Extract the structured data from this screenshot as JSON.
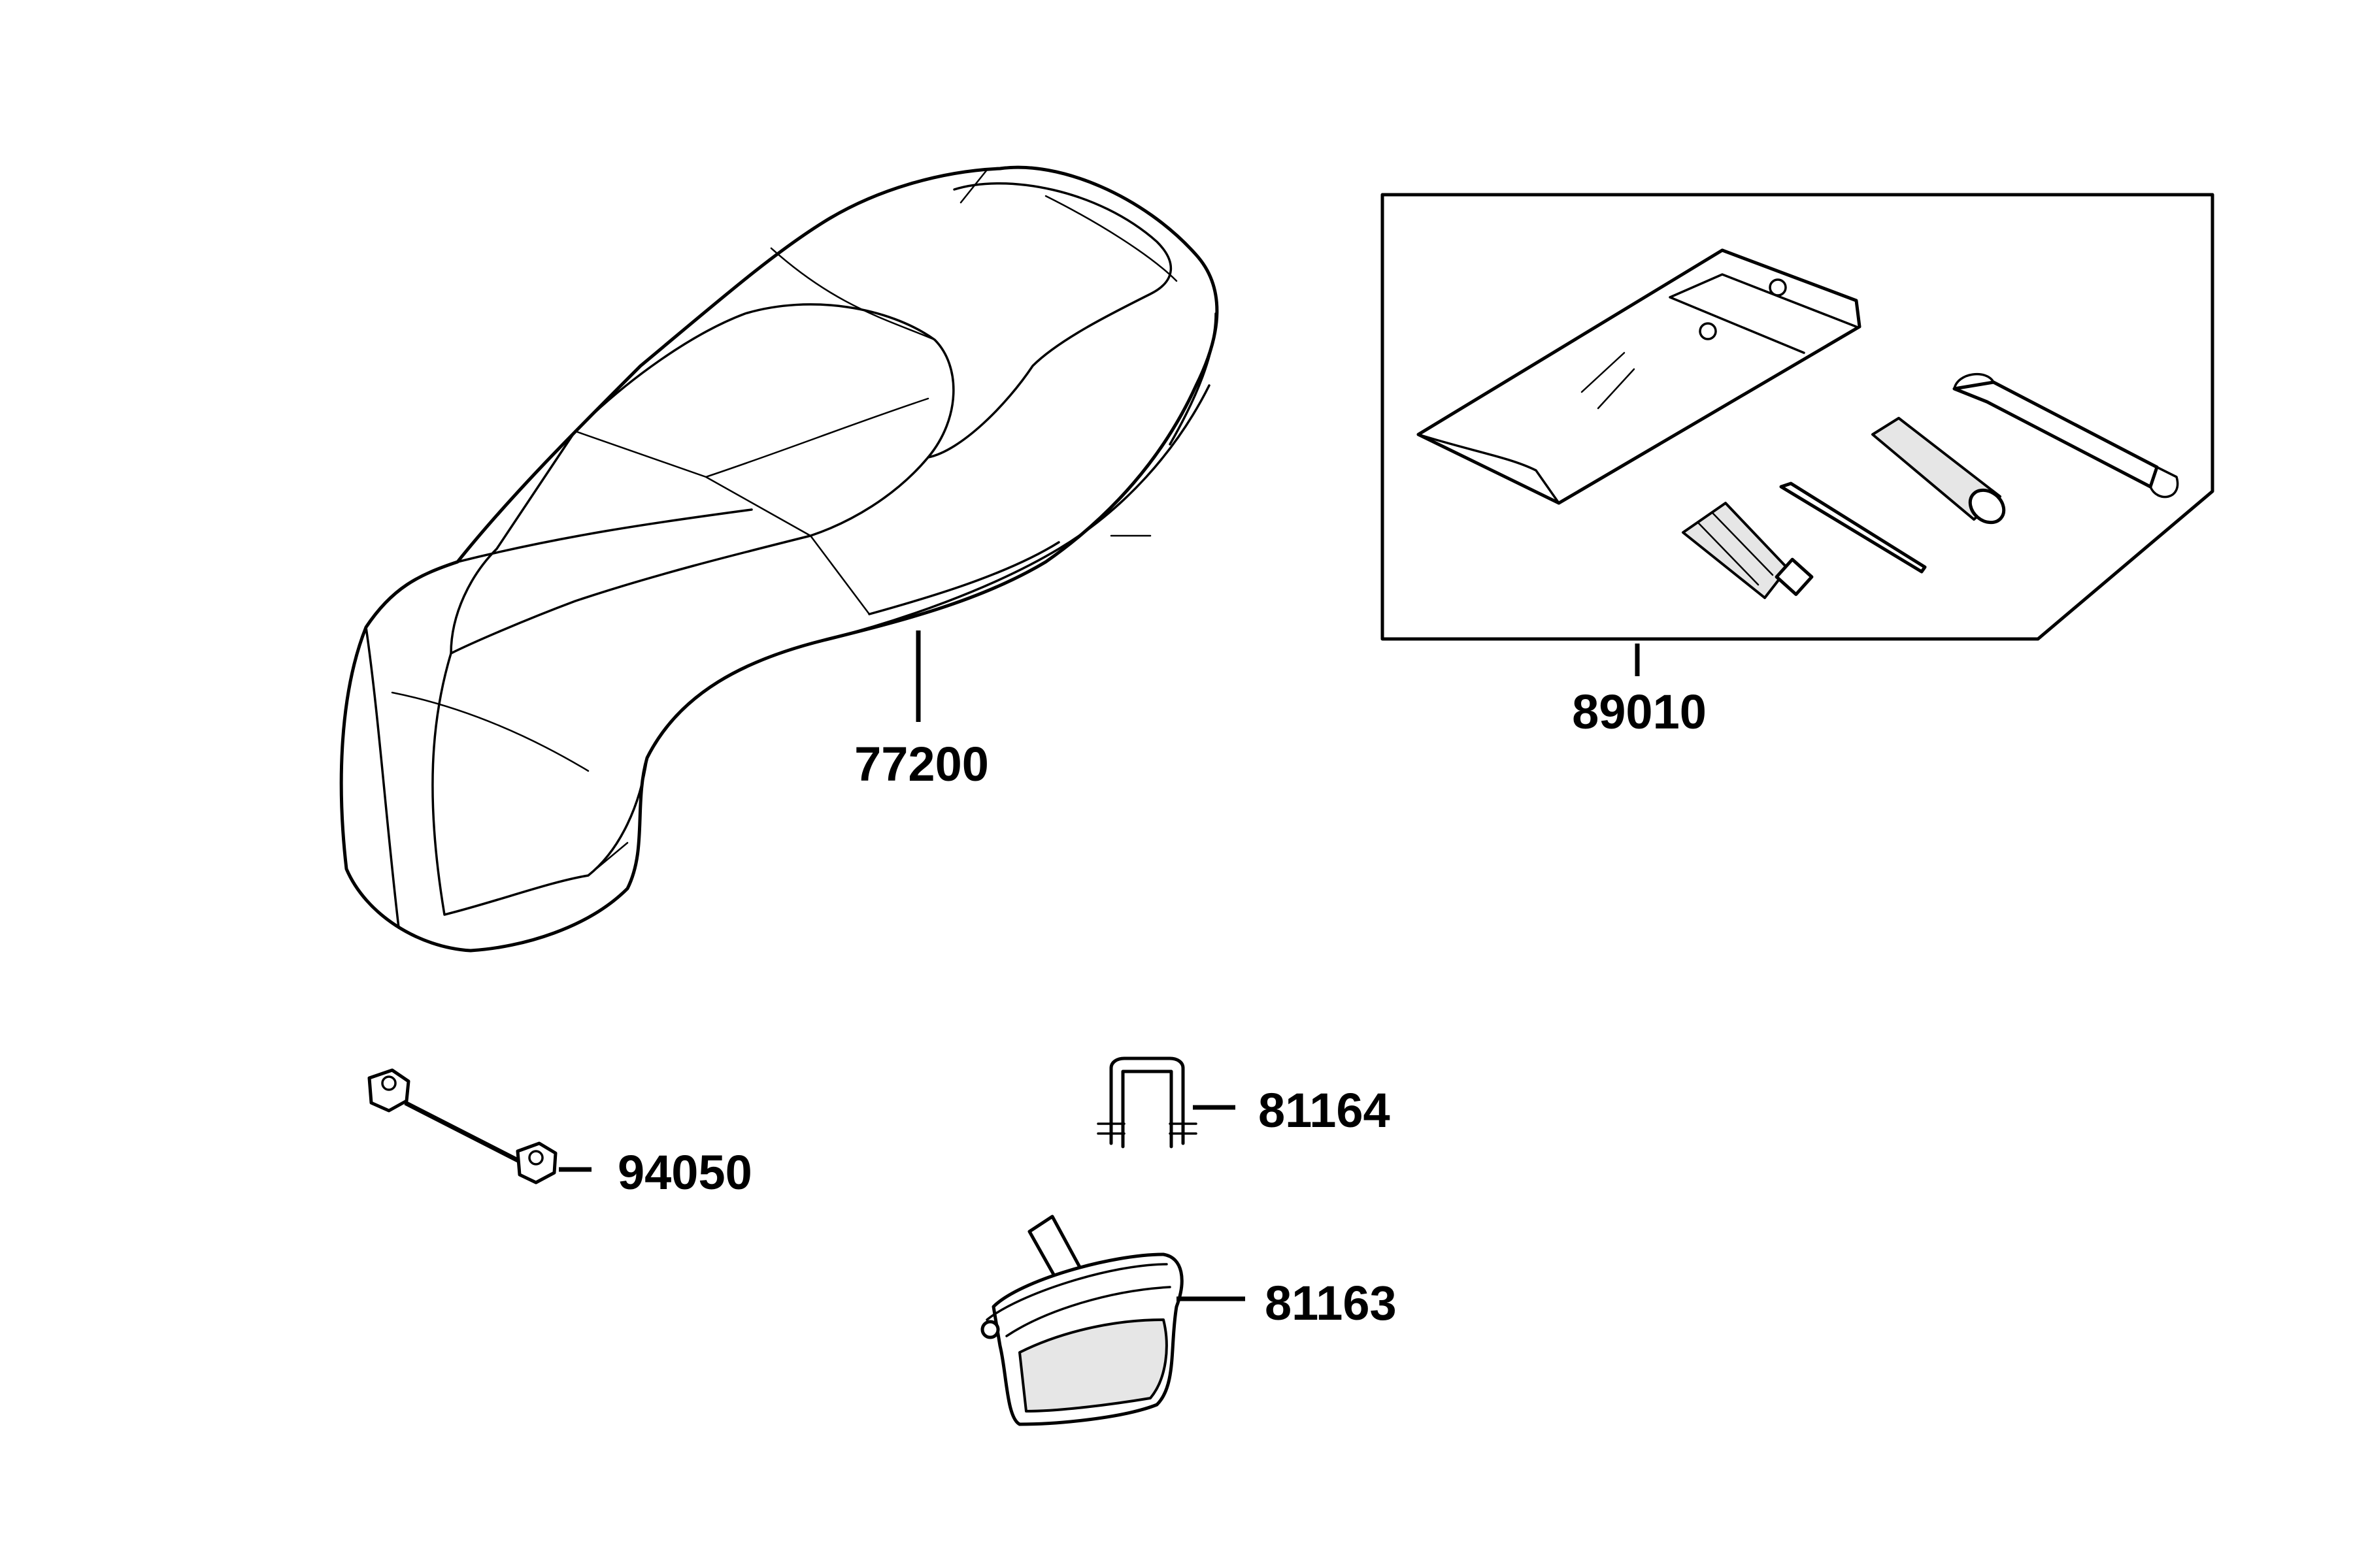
{
  "parts": [
    {
      "number": "77200"
    },
    {
      "number": "89010"
    },
    {
      "number": "94050"
    },
    {
      "number": "81164"
    },
    {
      "number": "81163"
    }
  ]
}
